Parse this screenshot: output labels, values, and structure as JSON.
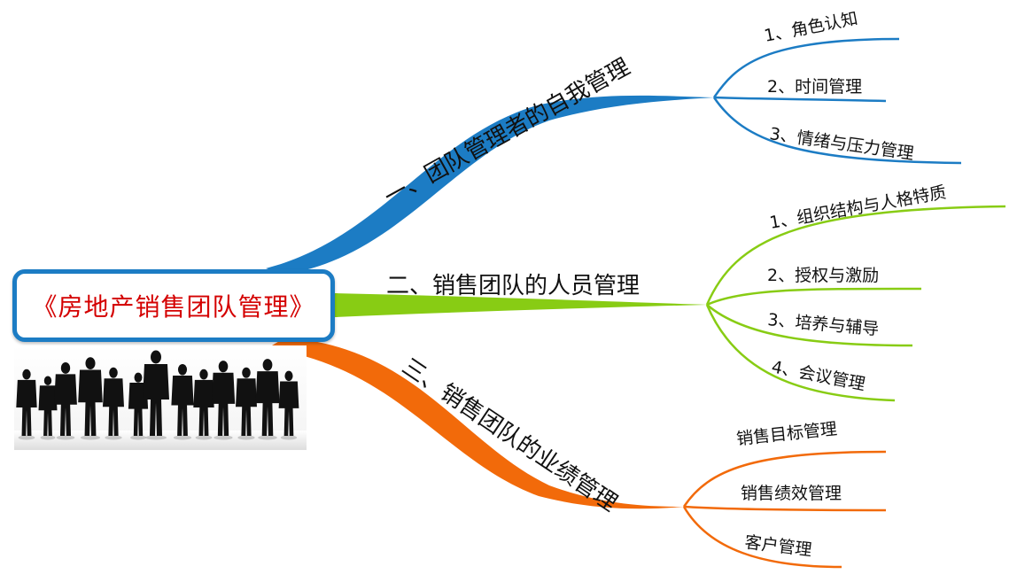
{
  "center": {
    "title": "《房地产销售团队管理》"
  },
  "colors": {
    "blue": "#1c7cc4",
    "green": "#88cc14",
    "orange": "#f26a0a",
    "title_red": "#d40000"
  },
  "image": {
    "name": "businesspeople-silhouettes"
  },
  "branches": [
    {
      "label": "一、团队管理者的自我管理",
      "color": "blue",
      "leaves": [
        "1、角色认知",
        "2、时间管理",
        "3、情绪与压力管理"
      ]
    },
    {
      "label": "二、销售团队的人员管理",
      "color": "green",
      "leaves": [
        "1、组织结构与人格特质",
        "2、授权与激励",
        "3、培养与辅导",
        "4、会议管理"
      ]
    },
    {
      "label": "三、销售团队的业绩管理",
      "color": "orange",
      "leaves": [
        "销售目标管理",
        "销售绩效管理",
        "客户管理"
      ]
    }
  ]
}
